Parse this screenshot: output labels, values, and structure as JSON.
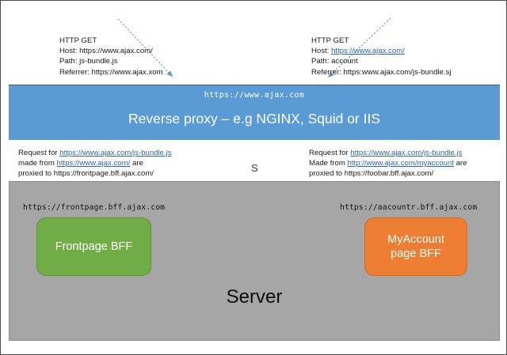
{
  "diagram": {
    "title": "Reverse proxy BFF routing diagram",
    "colors": {
      "proxy_blue": "#5B9BD5",
      "server_gray": "#A6A6A6",
      "frontpage_green": "#70AD47",
      "myaccount_orange": "#ED7D31",
      "link_blue": "#2E66B5",
      "arrow_blue": "#5B9BD5"
    }
  },
  "annotations": {
    "top_left": {
      "name": "http-get-frontpage-request",
      "lines": [
        {
          "text": "HTTP GET"
        },
        {
          "prefix": "Host: ",
          "text": "https://www.ajax.com/",
          "link": false
        },
        {
          "text": "Path: js-bundle.js"
        },
        {
          "text": "Referrer: https://www.ajax.xom"
        }
      ]
    },
    "top_right": {
      "name": "http-get-account-request",
      "lines": [
        {
          "text": "HTTP GET"
        },
        {
          "prefix": "Host: ",
          "text": "https://www.ajax.com/",
          "link": true
        },
        {
          "text": "Path: account"
        },
        {
          "text": "Referrer: https:www.ajax.com/js-bundle.sj"
        }
      ]
    },
    "mid_left": {
      "name": "frontpage-proxy-rule",
      "lines": [
        {
          "prefix": "Request for ",
          "link_text": "https://www.ajax.com/js-bundle.js",
          "suffix": ""
        },
        {
          "prefix": "made from ",
          "link_text": "https://www.ajax.com/",
          "suffix": " are"
        },
        {
          "prefix": "proxied to https://frontpage.bff.ajax.com/",
          "link_text": "",
          "suffix": ""
        }
      ]
    },
    "mid_right": {
      "name": "myaccount-proxy-rule",
      "lines": [
        {
          "prefix": "Request for ",
          "link_text": "https://www.ajax.com/js-bundle.js",
          "suffix": ""
        },
        {
          "prefix": "Made from ",
          "link_text": "http://www.ajax.com/myaccount",
          "suffix": " are"
        },
        {
          "prefix": "proxied to https://foobar.bff.ajax.com/",
          "link_text": "",
          "suffix": ""
        }
      ]
    }
  },
  "proxy": {
    "url": "https://www.ajax.com",
    "title": "Reverse proxy – e.g NGINX, Squid or IIS"
  },
  "server": {
    "label": "Server",
    "stray_glyph": "S"
  },
  "services": [
    {
      "name": "frontpage-bff",
      "url": "https://frontpage.bff.ajax.com",
      "label": "Frontpage BFF",
      "color": "#70AD47"
    },
    {
      "name": "myaccount-bff",
      "url": "https://aacountr.bff.ajax.com",
      "label_line1": "MyAccount",
      "label_line2": "page BFF",
      "color": "#ED7D31"
    }
  ]
}
